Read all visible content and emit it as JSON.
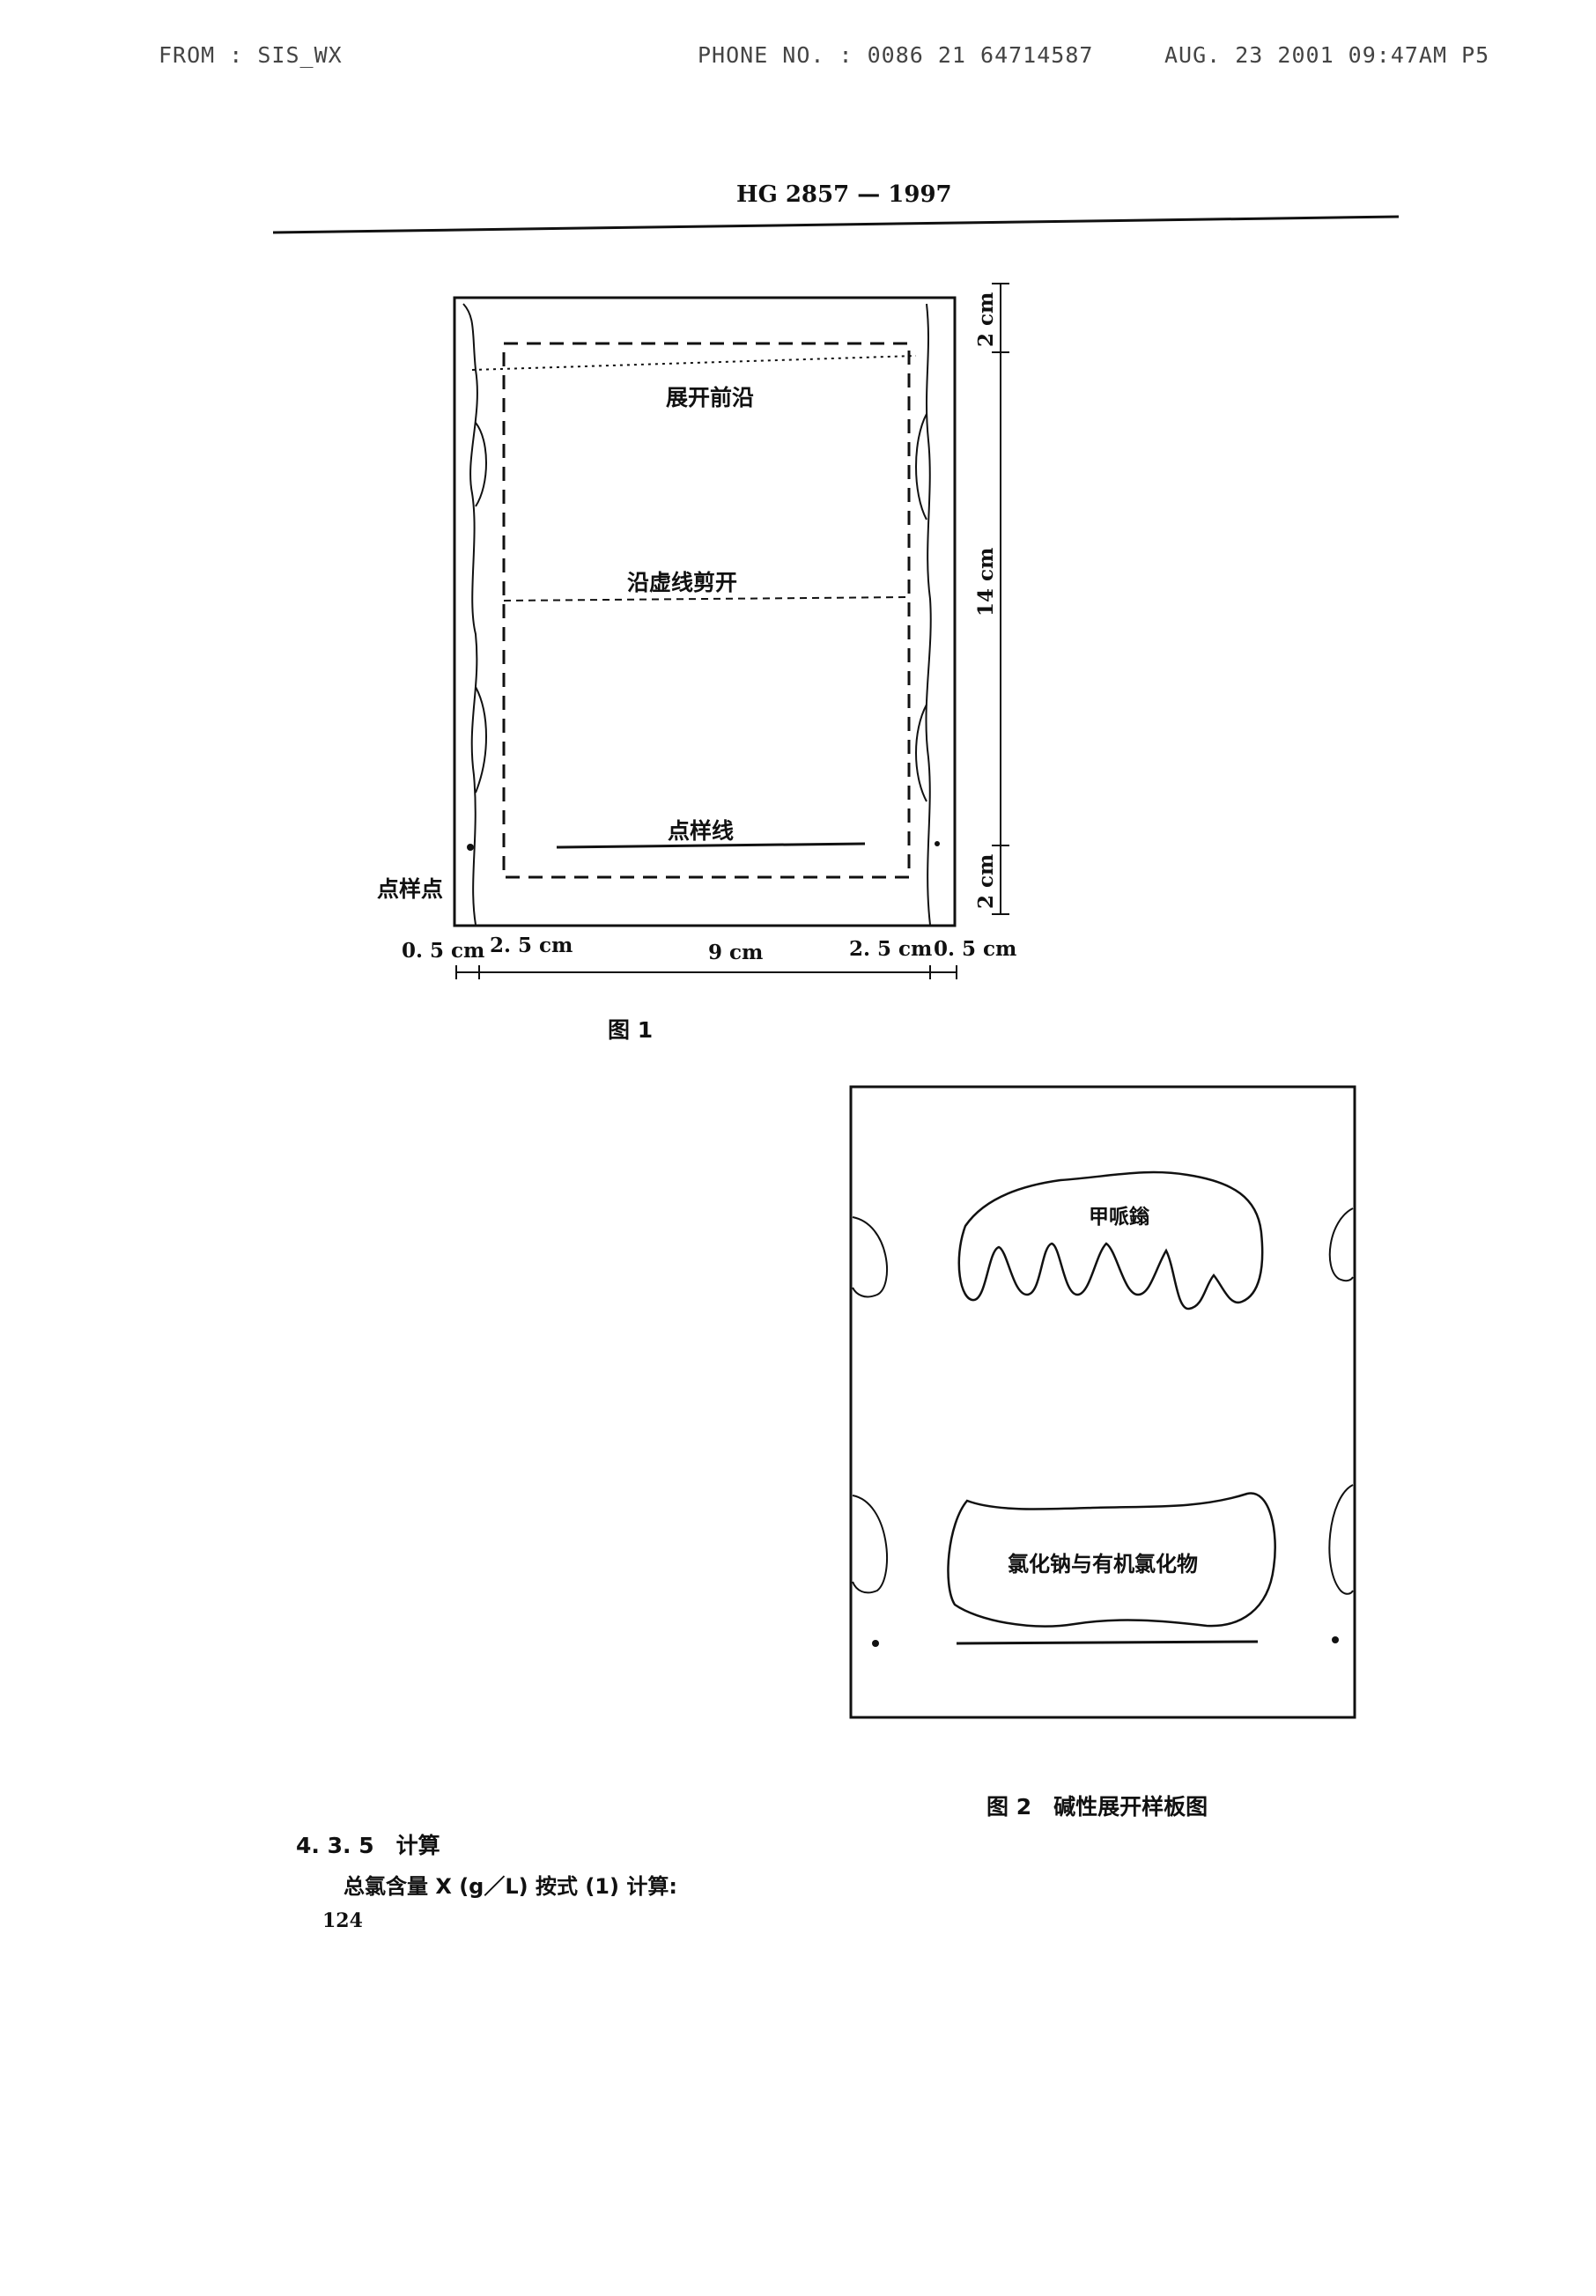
{
  "fax_header": {
    "from": "FROM : SIS_WX",
    "phone": "PHONE NO. : 0086 21 64714587",
    "datetime": "AUG. 23 2001 09:47AM P5"
  },
  "standard_number": "HG 2857 — 1997",
  "figure1": {
    "label_front_edge": "展开前沿",
    "label_cut_line": "沿虚线剪开",
    "label_spot_line": "点样线",
    "label_spot_point": "点样点",
    "dim_left_margin": "0. 5 cm",
    "dim_left_band": "2. 5 cm",
    "dim_center": "9 cm",
    "dim_right_band": "2. 5 cm",
    "dim_right_margin": "0. 5 cm",
    "dim_top": "2 cm",
    "dim_middle": "14 cm",
    "dim_bottom": "2 cm",
    "caption": "图 1"
  },
  "figure2": {
    "label_upper_spot": "甲哌鎓",
    "label_lower_spot": "氯化钠与有机氯化物",
    "caption": "图 2　碱性展开样板图"
  },
  "section": {
    "number_title": "4. 3. 5　计算",
    "body": "总氯含量 X (g／L) 按式 (1) 计算:"
  },
  "page_number": "124"
}
